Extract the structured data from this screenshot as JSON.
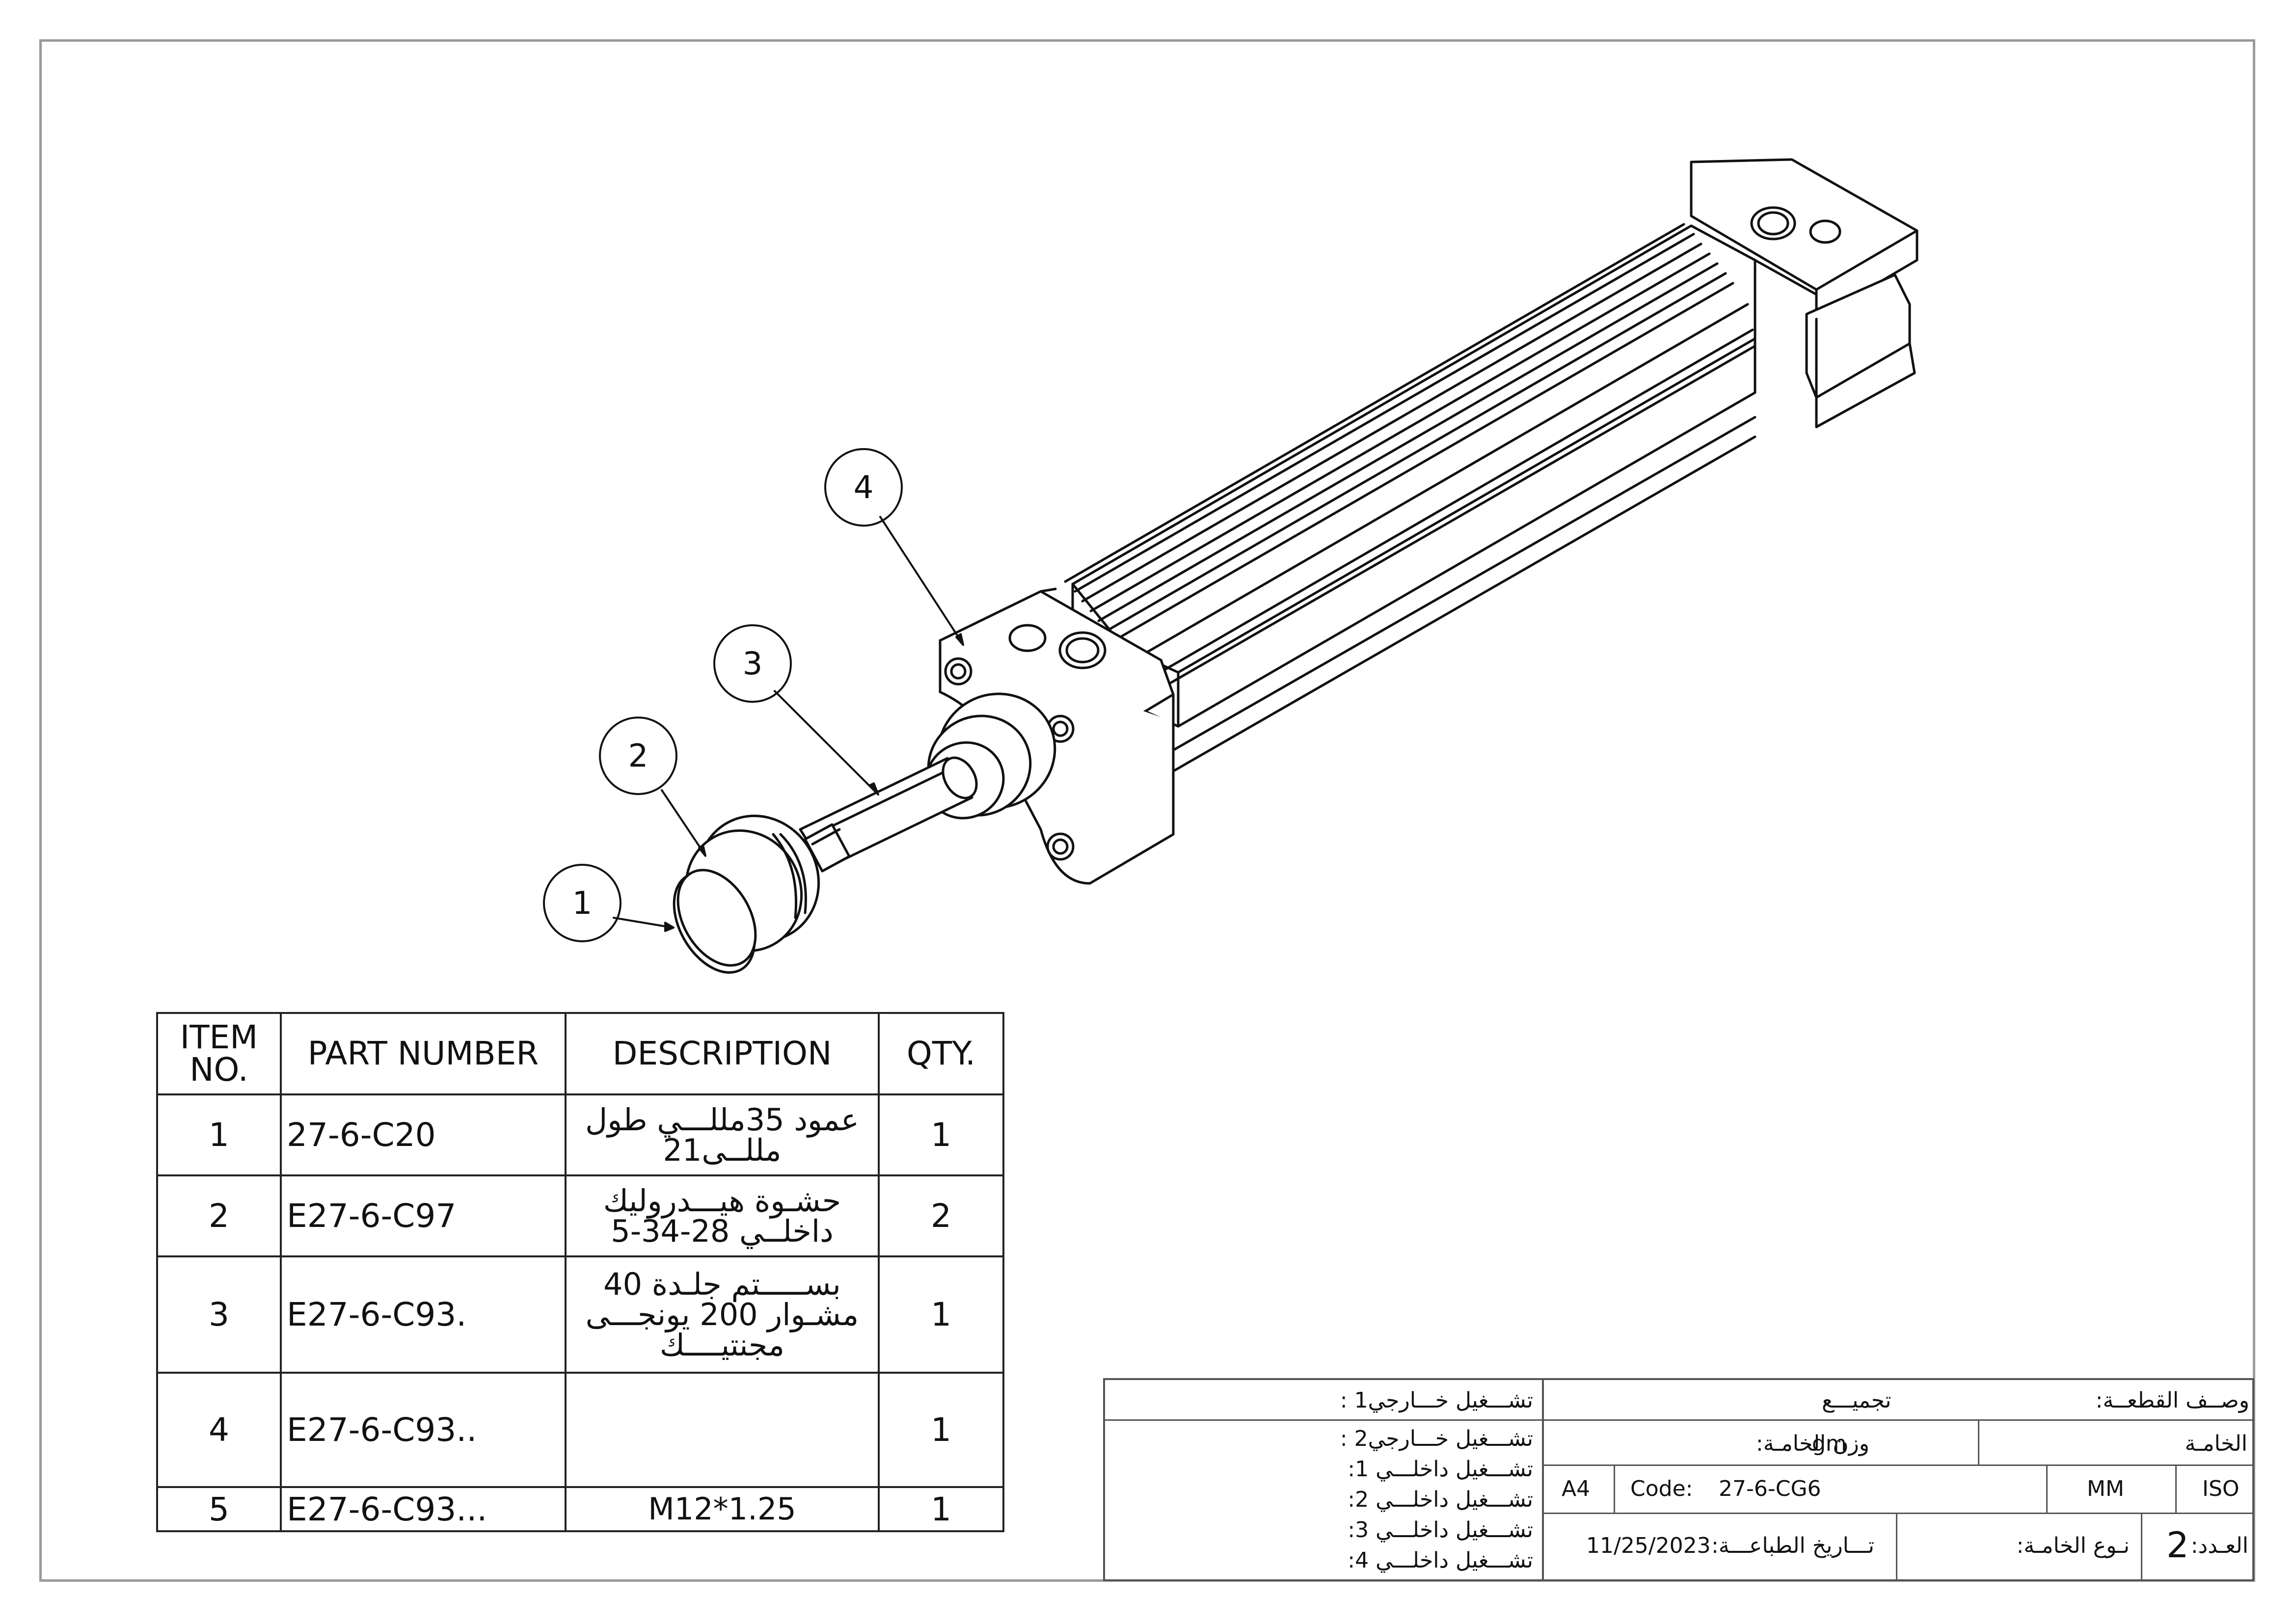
{
  "balloons": [
    "1",
    "2",
    "3",
    "4"
  ],
  "bom": {
    "headers": {
      "item_no_line1": "ITEM",
      "item_no_line2": "NO.",
      "part_number": "PART NUMBER",
      "description": "DESCRIPTION",
      "qty": "QTY."
    },
    "rows": [
      {
        "item": "1",
        "part_number": "27-6-C20",
        "description_line1": "عمود 35مللـــي طول",
        "description_line2": "مللــى21",
        "description_line3": "",
        "qty": "1"
      },
      {
        "item": "2",
        "part_number": "E27-6-C97",
        "description_line1": "حشـوة هيـــدروليك",
        "description_line2": "داخلــي 28-34-5",
        "description_line3": "",
        "qty": "2"
      },
      {
        "item": "3",
        "part_number": "E27-6-C93.",
        "description_line1": "بســـــتم جلـدة 40",
        "description_line2": "مشـوار 200 يونجـــى",
        "description_line3": "مجنتيــــك",
        "qty": "1"
      },
      {
        "item": "4",
        "part_number": "E27-6-C93..",
        "description_line1": "",
        "description_line2": "",
        "description_line3": "",
        "qty": "1"
      },
      {
        "item": "5",
        "part_number": "E27-6-C93...",
        "description_line1": "M12*1.25",
        "description_line2": "",
        "description_line3": "",
        "qty": "1"
      }
    ]
  },
  "title_block": {
    "external_op1": "تشـــغيل خـــارجي1 :",
    "external_op2": "تشـــغيل خـــارجي2 :",
    "internal_op1": "تشـــغيل داخلـــي 1:",
    "internal_op2": "تشـــغيل داخلـــي 2:",
    "internal_op3": "تشـــغيل داخلـــي 3:",
    "internal_op4": "تشـــغيل داخلـــي 4:",
    "part_description_label": "وصــف القطعــة:",
    "part_description_value": "تجميـــع",
    "material_label": "الخامـة",
    "material_weight_label": "وزن الخامـة:",
    "material_weight_unit": "gm",
    "sheet_size": "A4",
    "code_label": "Code:",
    "code_value": "27-6-CG6",
    "units": "MM",
    "standard": "ISO",
    "print_date_label": "تـــاريخ الطباعـــة:",
    "print_date_value": "11/25/2023",
    "material_type_label": "نـوع الخامـة:",
    "count_label": "العـدد:",
    "count_value": "2"
  }
}
